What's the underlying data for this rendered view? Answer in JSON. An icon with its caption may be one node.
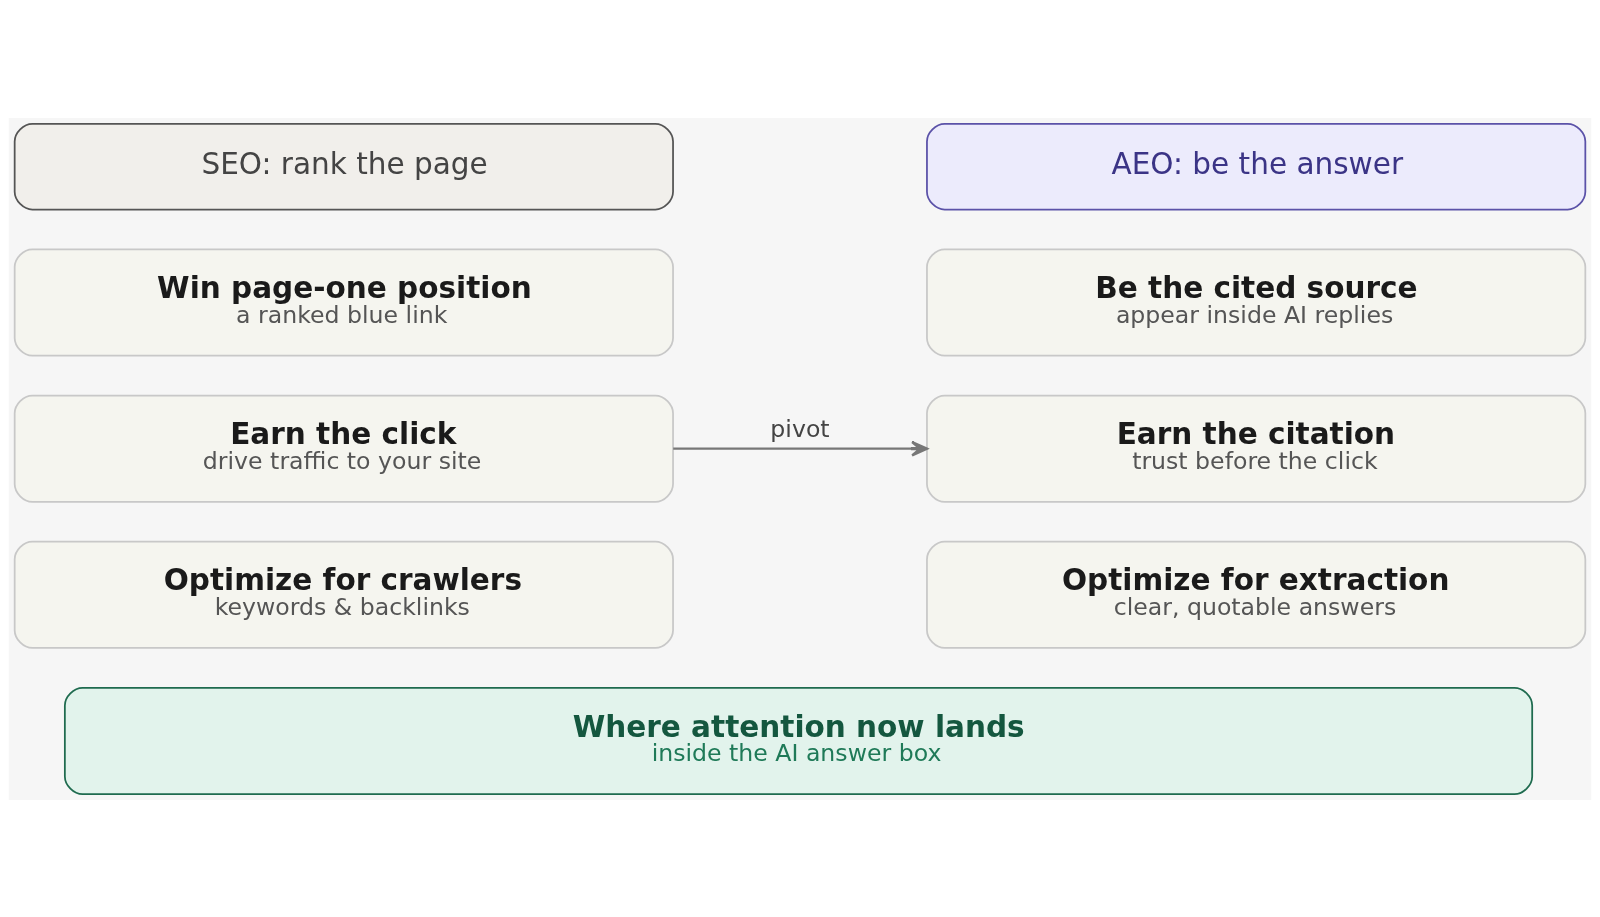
{
  "diagram": {
    "nodes": [
      {
        "text": [
          "SEO: rank the page"
        ]
      },
      {
        "text": [
          "AEO: be the answer"
        ]
      },
      {
        "text": [
          "Win page-one position",
          "a ranked blue link"
        ]
      },
      {
        "text": [
          "Be the cited source",
          "appear inside AI replies"
        ]
      },
      {
        "text": [
          "Earn the click",
          "drive traffic to your site"
        ]
      },
      {
        "text": [
          "Earn the citation",
          "trust before the click"
        ]
      },
      {
        "text": [
          "Optimize for crawlers",
          "keywords & backlinks"
        ]
      },
      {
        "text": [
          "Optimize for extraction",
          "clear, quotable answers"
        ]
      },
      {
        "text": [
          "Where attention now lands",
          "inside the AI answer box"
        ]
      }
    ],
    "edges": [
      {
        "from": 4,
        "to": 5,
        "arrow": "to",
        "label": "pivot"
      }
    ]
  }
}
